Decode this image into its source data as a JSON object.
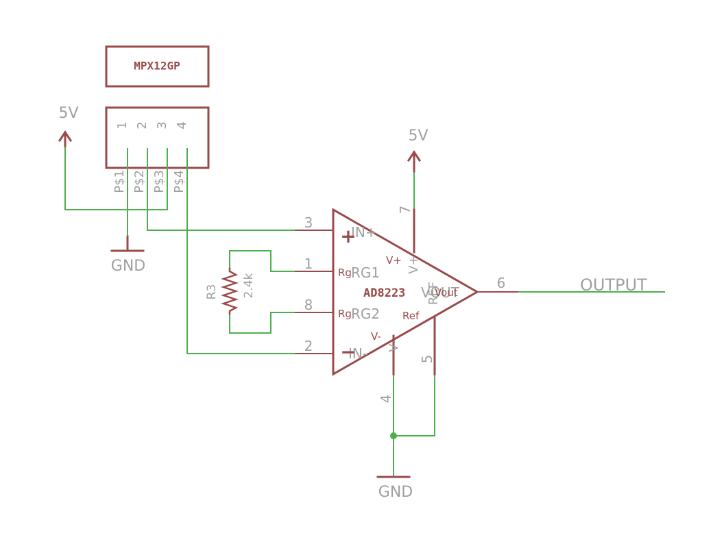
{
  "colors": {
    "part": "#9b4a4a",
    "wire": "#4caf4c",
    "label": "#a0a0a0",
    "background": "#ffffff"
  },
  "sensor": {
    "name": "MPX12GP",
    "pin_numbers": [
      "1",
      "2",
      "3",
      "4"
    ],
    "pad_names": [
      "P$1",
      "P$2",
      "P$3",
      "P$4"
    ]
  },
  "power": {
    "left_5v": "5V",
    "opamp_5v": "5V",
    "gnd_left": "GND",
    "gnd_bottom": "GND"
  },
  "resistor": {
    "name": "R3",
    "value": "2.4k"
  },
  "amplifier": {
    "name": "AD8223",
    "plus_symbol": "+",
    "minus_symbol": "−",
    "pins": {
      "in_plus": {
        "number": "3",
        "name": "IN+"
      },
      "rg1": {
        "number": "1",
        "name": "RG1",
        "short": "Rg"
      },
      "rg2": {
        "number": "8",
        "name": "RG2",
        "short": "Rg"
      },
      "in_minus": {
        "number": "2",
        "name": "IN-"
      },
      "vplus": {
        "number": "7",
        "name": "V+",
        "short": "V+"
      },
      "vminus": {
        "number": "4",
        "name": "V-",
        "short": "V-"
      },
      "ref": {
        "number": "5",
        "name": "REF",
        "short": "Ref"
      },
      "vout": {
        "number": "6",
        "name": "VOUT",
        "short": "Vout"
      }
    }
  },
  "net_labels": {
    "output": "OUTPUT"
  }
}
